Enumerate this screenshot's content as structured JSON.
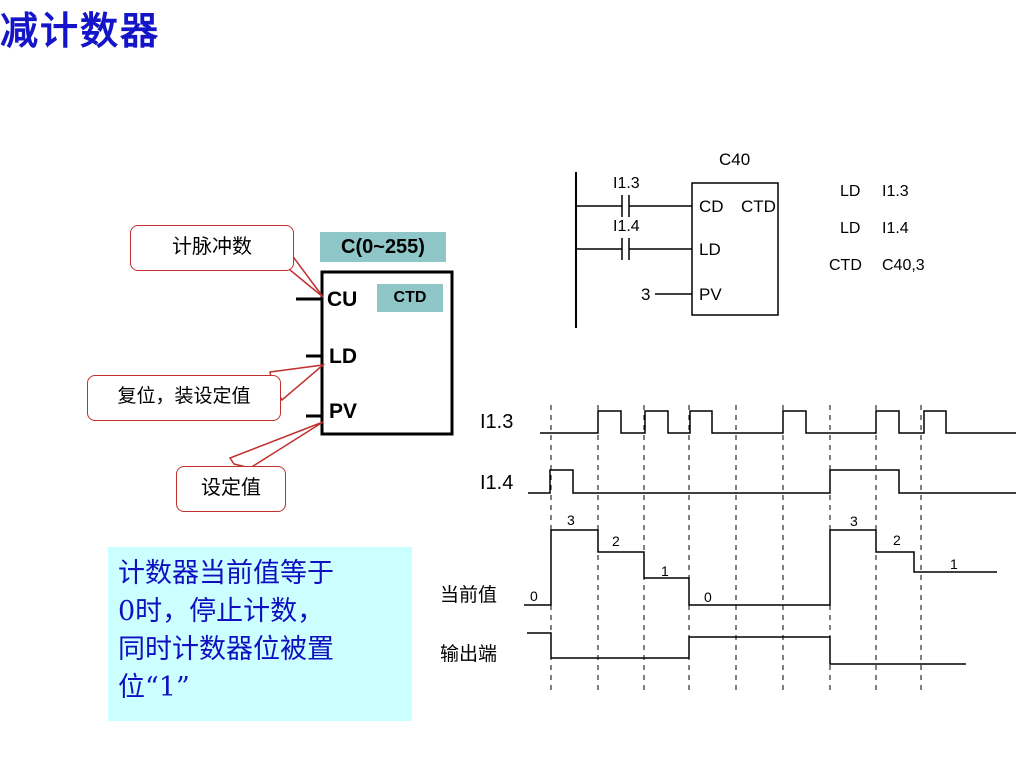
{
  "title": "减计数器",
  "block": {
    "range_label": "C(0~255)",
    "type_label": "CTD",
    "pins": [
      "CU",
      "LD",
      "PV"
    ]
  },
  "callouts": {
    "pulse": "计脉冲数",
    "reset": "复位，装设定值",
    "preset": "设定值"
  },
  "note": {
    "lines": [
      "计数器当前值等于",
      "0时，停止计数，",
      "同时计数器位被置",
      "位“1”"
    ]
  },
  "ladder": {
    "counter": "C40",
    "contacts": [
      "I1.3",
      "I1.4"
    ],
    "preset_value": "3",
    "pins": {
      "cd": "CD",
      "ctd": "CTD",
      "ld": "LD",
      "pv": "PV"
    }
  },
  "stl": [
    {
      "op": "LD",
      "arg": "I1.3"
    },
    {
      "op": "LD",
      "arg": "I1.4"
    },
    {
      "op": "CTD",
      "arg": "C40,3"
    }
  ],
  "timing": {
    "signals": [
      "I1.3",
      "I1.4"
    ],
    "current_label": "当前值",
    "output_label": "输出端",
    "values": [
      "0",
      "3",
      "2",
      "1",
      "0",
      "3",
      "2",
      "1"
    ]
  },
  "colors": {
    "title": "#1414c8",
    "note_bg": "#ccffff",
    "note_text": "#1010c0",
    "box_label_bg": "#8fc6c8",
    "callout_border": "#c0302c"
  }
}
